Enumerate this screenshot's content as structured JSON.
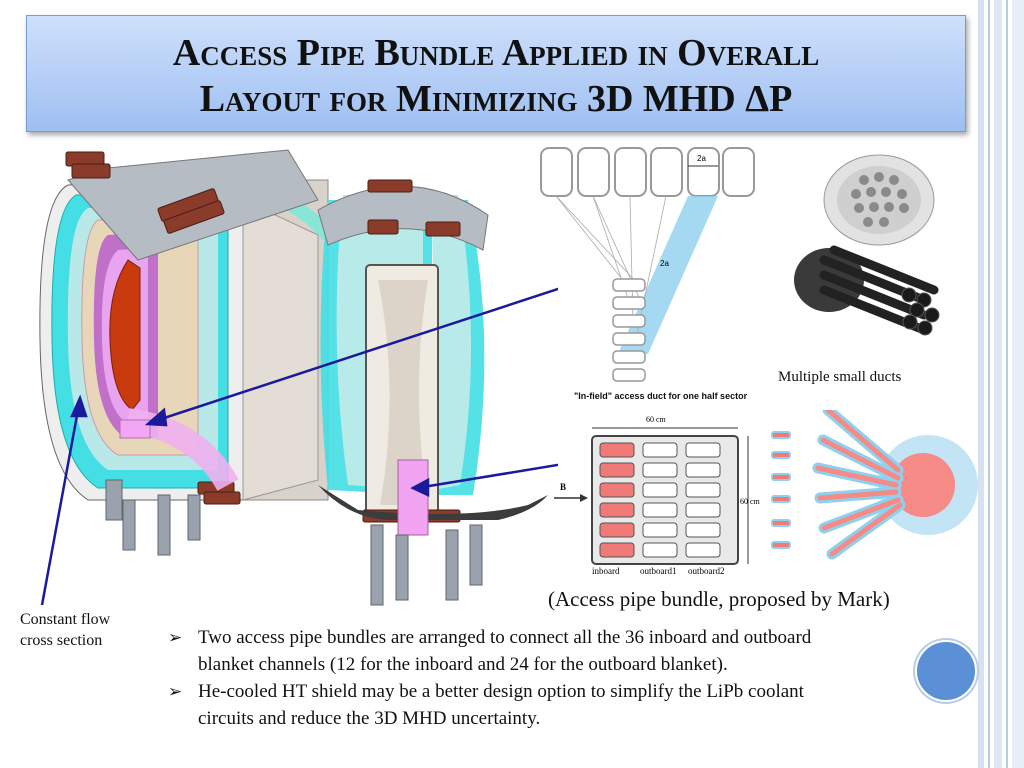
{
  "slide": {
    "title_line1": "Access Pipe Bundle Applied in Overall",
    "title_line2": "Layout for Minimizing 3D MHD ΔP"
  },
  "captions": {
    "multiple_small_ducts": "Multiple small ducts",
    "in_field_duct": "\"In-field\" access duct for one half sector",
    "access_bundle": "(Access pipe bundle, proposed by Mark)",
    "constant_flow_line1": "Constant flow",
    "constant_flow_line2": "cross section"
  },
  "diagram": {
    "dim_2a_top": "2a",
    "dim_2a_mid": "2a",
    "dim_60cm_top": "60 cm",
    "dim_60cm_side": "60 cm",
    "flow_label": "B",
    "col_inboard": "inboard",
    "col_outboard1": "outboard1",
    "col_outboard2": "outboard2"
  },
  "bullets": [
    "Two access pipe bundles are arranged to connect all the 36 inboard and outboard blanket channels (12 for the inboard and 24 for the outboard blanket).",
    "He-cooled HT shield may be a better design option to simplify the LiPb coolant circuits and reduce the 3D MHD uncertainty."
  ],
  "bullet_glyph": "➢",
  "colors": {
    "title_bg_top": "#cfe0fb",
    "title_bg_bottom": "#9ebff2",
    "accent_circle": "#5b8fd6",
    "arrow": "#1a1a9a",
    "plasma": "#c93a0e",
    "blanket_cyan": "#3fe0e6",
    "duct_pink": "#f0a0f0",
    "coil_brown": "#8b3b2a",
    "duct_red": "#f07a78",
    "duct_blue": "#8fd0ee"
  }
}
